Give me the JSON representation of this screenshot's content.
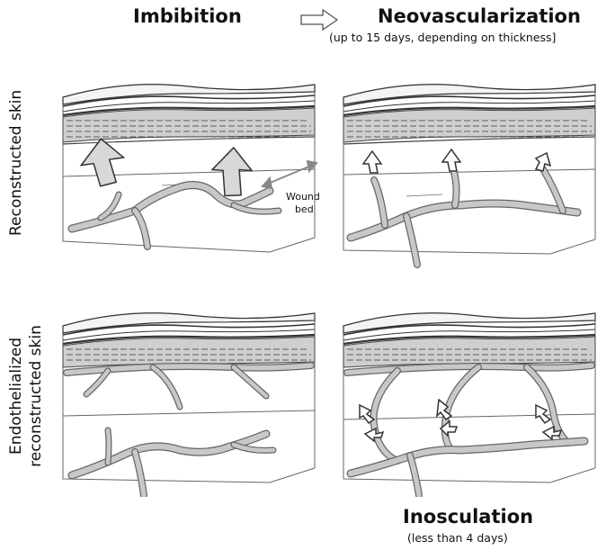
{
  "headers": {
    "imbibition": "Imbibition",
    "neovascularization": "Neovascularization",
    "neovascularization_note": "(up to 15 days, depending on thickness]",
    "inosculation": "Inosculation",
    "inosculation_note": "(less than 4 days)"
  },
  "row_labels": {
    "top": "Reconstructed skin",
    "bottom_line1": "Endothelialized",
    "bottom_line2": "reconstructed skin"
  },
  "annotations": {
    "wound_line1": "Wound",
    "wound_line2": "bed"
  },
  "colors": {
    "vessel_fill": "#c8c8c8",
    "vessel_stroke": "#6a6a6a",
    "arrow_fill": "#d8d8d8",
    "outline": "#555555"
  }
}
